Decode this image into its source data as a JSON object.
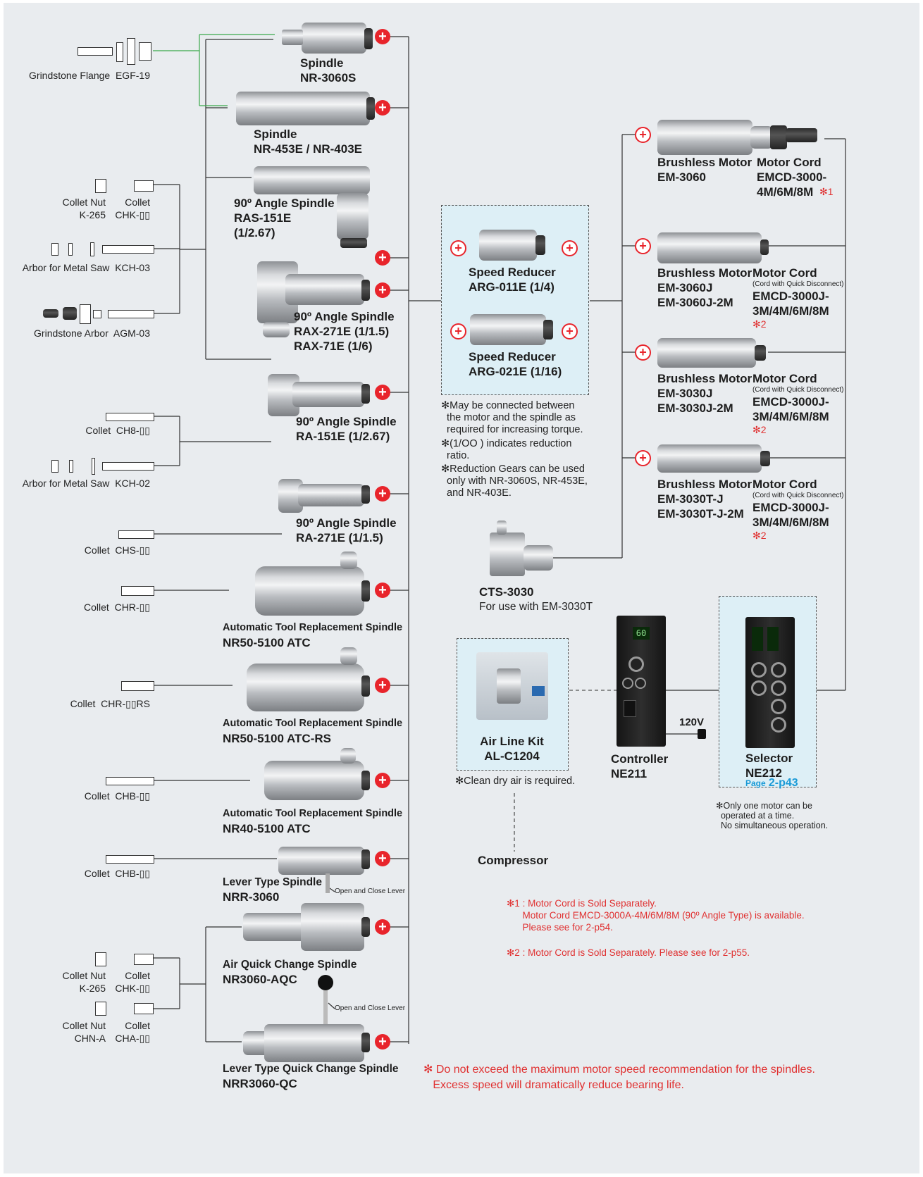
{
  "spindles": {
    "nr3060s": {
      "title": "Spindle",
      "model": "NR-3060S"
    },
    "nr453e": {
      "title": "Spindle",
      "model": "NR-453E / NR-403E"
    },
    "ras151e": {
      "title": "90º Angle Spindle",
      "model": "RAS-151E",
      "ratio": "(1/2.67)"
    },
    "rax271e": {
      "title": "90º Angle Spindle",
      "model": "RAX-271E (1/1.5)",
      "model2": "RAX-71E (1/6)"
    },
    "ra151e": {
      "title": "90º Angle Spindle",
      "model": "RA-151E (1/2.67)"
    },
    "ra271e": {
      "title": "90º Angle Spindle",
      "model": "RA-271E (1/1.5)"
    },
    "nr50atc": {
      "title": "Automatic Tool Replacement Spindle",
      "model": "NR50-5100 ATC"
    },
    "nr50atcrs": {
      "title": "Automatic Tool Replacement Spindle",
      "model": "NR50-5100 ATC-RS"
    },
    "nr40atc": {
      "title": "Automatic Tool Replacement Spindle",
      "model": "NR40-5100 ATC"
    },
    "nrr3060": {
      "title": "Lever Type Spindle",
      "model": "NRR-3060",
      "lever": "Open and Close Lever"
    },
    "nr3060aqc": {
      "title": "Air Quick Change Spindle",
      "model": "NR3060-AQC",
      "lever": "Open and Close Lever"
    },
    "nrr3060qc": {
      "title": "Lever Type Quick Change Spindle",
      "model": "NRR3060-QC"
    }
  },
  "accessories": {
    "egf19": "Grindstone Flange  EGF-19",
    "colletnut_k265_a": "Collet Nut\nK-265",
    "collet_chk_a": "Collet\nCHK-▯▯",
    "kch03": "Arbor for Metal Saw  KCH-03",
    "agm03": "Grindstone Arbor  AGM-03",
    "ch8": "Collet  CH8-▯▯",
    "kch02": "Arbor for Metal Saw  KCH-02",
    "chs": "Collet  CHS-▯▯",
    "chr": "Collet  CHR-▯▯",
    "chrrs": "Collet  CHR-▯▯RS",
    "chb1": "Collet  CHB-▯▯",
    "chb2": "Collet  CHB-▯▯",
    "colletnut_k265_b": "Collet Nut\nK-265",
    "collet_chk_b": "Collet\nCHK-▯▯",
    "colletnut_chna": "Collet Nut\nCHN-A",
    "collet_cha": "Collet\nCHA-▯▯"
  },
  "reducers": {
    "arg011": {
      "title": "Speed Reducer",
      "model": "ARG-011E (1/4)"
    },
    "arg021": {
      "title": "Speed Reducer",
      "model": "ARG-021E (1/16)"
    },
    "notes": [
      "✻May be connected between\n  the motor and the spindle as\n  required for increasing torque.",
      "✻(1/OO ) indicates reduction\n  ratio.",
      "✻Reduction Gears can be used\n  only with NR-3060S, NR-453E,\n  and NR-403E."
    ]
  },
  "motors": [
    {
      "title": "Brushless Motor",
      "model": "EM-3060",
      "cord_title": "Motor Cord",
      "cord_sub": "",
      "cord_model": "EMCD-3000-\n4M/6M/8M",
      "mark": "✻1"
    },
    {
      "title": "Brushless Motor",
      "model": "EM-3060J\nEM-3060J-2M",
      "cord_title": "Motor Cord",
      "cord_sub": "(Cord with Quick Disconnect)",
      "cord_model": "EMCD-3000J-\n3M/4M/6M/8M",
      "mark": "✻2"
    },
    {
      "title": "Brushless Motor",
      "model": "EM-3030J\nEM-3030J-2M",
      "cord_title": "Motor Cord",
      "cord_sub": "(Cord with Quick Disconnect)",
      "cord_model": "EMCD-3000J-\n3M/4M/6M/8M",
      "mark": "✻2"
    },
    {
      "title": "Brushless Motor",
      "model": "EM-3030T-J\nEM-3030T-J-2M",
      "cord_title": "Motor Cord",
      "cord_sub": "(Cord with Quick Disconnect)",
      "cord_model": "EMCD-3000J-\n3M/4M/6M/8M",
      "mark": "✻2"
    }
  ],
  "cts": {
    "model": "CTS-3030",
    "note": "For use with EM-3030T"
  },
  "airline": {
    "title": "Air Line Kit",
    "model": "AL-C1204",
    "note": "✻Clean dry air is required.",
    "compressor": "Compressor"
  },
  "controller": {
    "title": "Controller",
    "model": "NE211",
    "voltage": "120V",
    "display": "60"
  },
  "selector": {
    "title": "Selector",
    "model": "NE212",
    "page_prefix": "Page",
    "page": "2-p43",
    "note": "✻Only one motor can be\n  operated at a time.\n  No simultaneous operation."
  },
  "footnotes": {
    "n1": "✻1 : Motor Cord is Sold Separately.\n      Motor Cord EMCD-3000A-4M/6M/8M (90º Angle Type) is available.\n      Please see for 2-p54.",
    "n2": "✻2 : Motor Cord is Sold Separately. Please see for 2-p55."
  },
  "warning": "✻ Do not exceed the maximum motor speed recommendation for the spindles.\n   Excess speed will dramatically reduce bearing life.",
  "colors": {
    "plus": "#e8242b",
    "line": "#333333",
    "green": "#3aa84a",
    "panel": "#e9ecef",
    "box_bg": "#ddeff6",
    "accent_blue": "#1a9ad6"
  }
}
